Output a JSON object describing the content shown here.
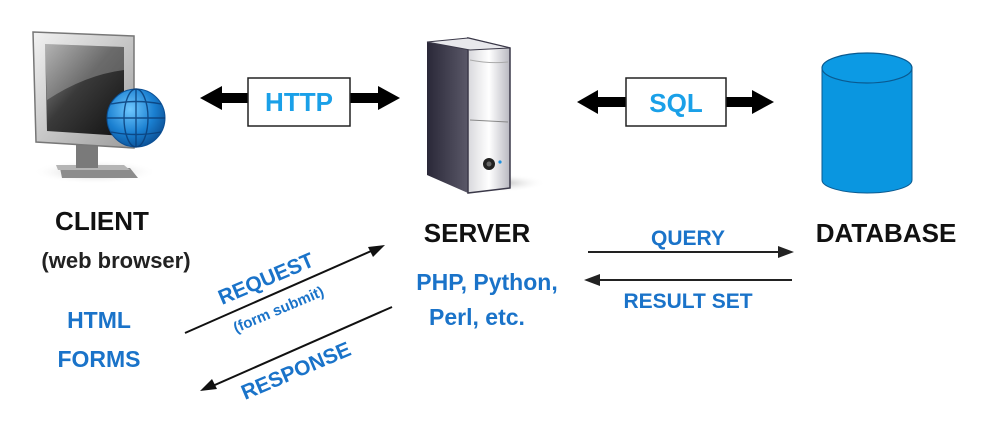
{
  "colors": {
    "blue_text": "#1a73c9",
    "bright_blue": "#1aa0e8",
    "db_fill": "#0a96e0",
    "black": "#111111"
  },
  "client": {
    "title": "CLIENT",
    "subtitle": "(web browser)",
    "icon": "computer-globe-icon",
    "feature_line1": "HTML",
    "feature_line2": "FORMS"
  },
  "server": {
    "title": "SERVER",
    "icon": "server-tower-icon",
    "feature_line1": "PHP, Python,",
    "feature_line2": "Perl, etc."
  },
  "database": {
    "title": "DATABASE",
    "icon": "database-cylinder-icon"
  },
  "protocols": {
    "client_server": "HTTP",
    "server_database": "SQL"
  },
  "flows": {
    "request": "REQUEST",
    "request_sub": "(form submit)",
    "response": "RESPONSE",
    "query": "QUERY",
    "result_set": "RESULT SET"
  }
}
